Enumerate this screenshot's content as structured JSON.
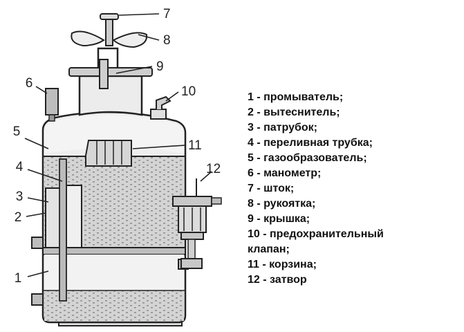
{
  "callouts": [
    {
      "num": "1",
      "text": "промыватель;"
    },
    {
      "num": "2",
      "text": "вытеснитель;"
    },
    {
      "num": "3",
      "text": "патрубок;"
    },
    {
      "num": "4",
      "text": "переливная трубка;"
    },
    {
      "num": "5",
      "text": "газообразователь;"
    },
    {
      "num": "6",
      "text": "манометр;"
    },
    {
      "num": "7",
      "text": "шток;"
    },
    {
      "num": "8",
      "text": "рукоятка;"
    },
    {
      "num": "9",
      "text": "крышка;"
    },
    {
      "num": "10",
      "text": "предохранительный\nклапан;"
    },
    {
      "num": "11",
      "text": "корзина;"
    },
    {
      "num": "12",
      "text": "затвор"
    }
  ],
  "legend_lines": [
    "1 - промыватель;",
    "2 - вытеснитель;",
    "3 - патрубок;",
    "4 - переливная трубка;",
    "5 - газообразователь;",
    "6 - манометр;",
    "7 - шток;",
    "8 - рукоятка;",
    "9 - крышка;",
    "10 - предохранительный\nклапан;",
    "11 - корзина;",
    "12 - затвор"
  ],
  "colors": {
    "line": "#222222",
    "water": "#d9d9d9",
    "body": "#e8e8e8",
    "dots": "#9a9a9a"
  }
}
